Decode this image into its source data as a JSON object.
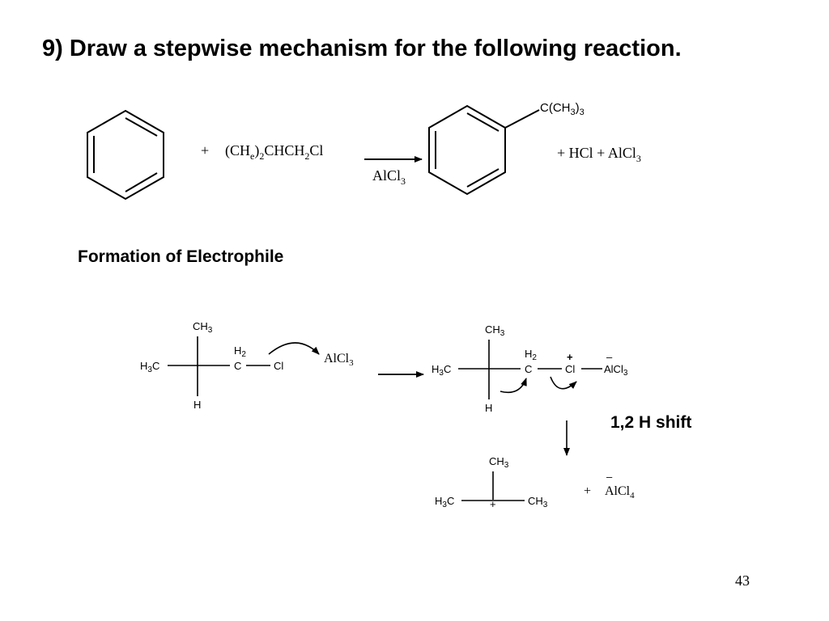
{
  "slide": {
    "title": "9)  Draw a stepwise mechanism for the following reaction.",
    "subheading": "Formation of Electrophile",
    "step_label": "1,2 H shift",
    "page_number": "43"
  },
  "reaction": {
    "plus": "+",
    "reagent": {
      "a": "(CH",
      "b": "e",
      "c": ")",
      "d": "2",
      "e": "CHCH",
      "f": "2",
      "g": "Cl"
    },
    "catalyst": {
      "main": "AlCl",
      "sub": "3"
    },
    "product_group": {
      "a": "C(CH",
      "b": "3",
      "c": ")",
      "d": "3"
    },
    "byproducts": {
      "a": "+  HCl +  AlCl",
      "b": "3"
    }
  },
  "mechanism": {
    "ch3": {
      "main": "CH",
      "sub": "3"
    },
    "h3c": {
      "main": "H",
      "sub": "3",
      "tail": "C"
    },
    "h2": {
      "main": "H",
      "sub": "2"
    },
    "c": "C",
    "cl": "Cl",
    "h": "H",
    "alcl3": {
      "main": "AlCl",
      "sub": "3"
    },
    "alcl4": {
      "main": "AlCl",
      "sub": "4"
    },
    "plus_charge": "+",
    "minus_charge": "–",
    "plus": "+"
  }
}
